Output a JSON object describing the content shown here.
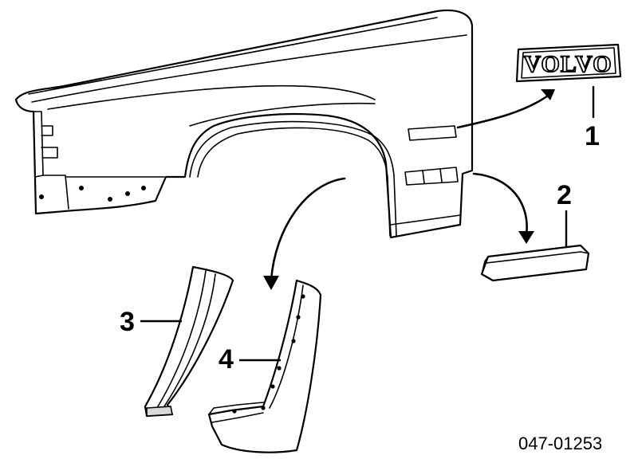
{
  "callouts": {
    "part1": "1",
    "part2": "2",
    "part3": "3",
    "part4": "4"
  },
  "badge": {
    "text": "VOLVO"
  },
  "document_number": "047-01253"
}
